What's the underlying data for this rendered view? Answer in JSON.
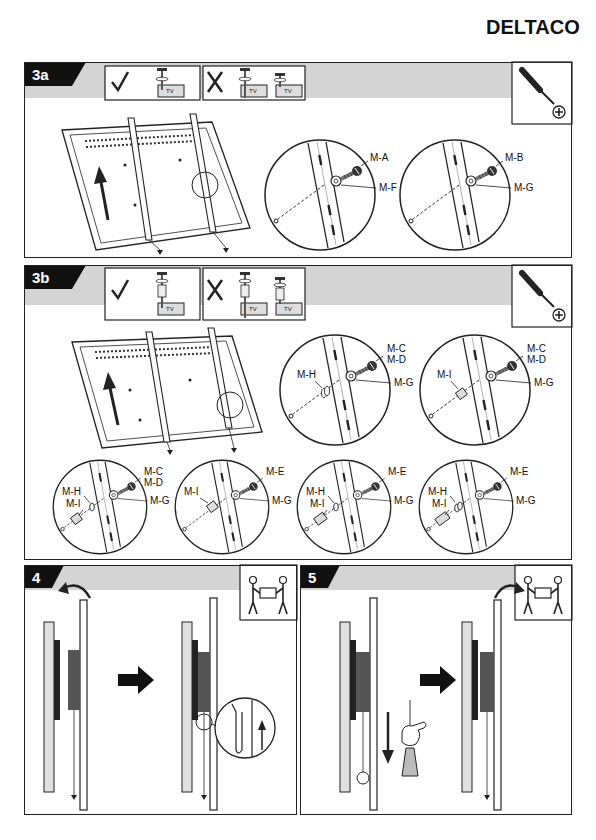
{
  "diagram": {
    "nodes": [
      {
        "text": [
          "3a"
        ]
      },
      {
        "text": [
          "3b"
        ]
      },
      {
        "text": [
          "4"
        ]
      },
      {
        "text": [
          "5"
        ]
      }
    ],
    "labels": [
      "DELTACO",
      "TV",
      "TV",
      "TV",
      "M-A",
      "M-F",
      "M-B",
      "M-G",
      "TV",
      "TV",
      "TV",
      "M-C",
      "M-D",
      "M-H",
      "M-G",
      "M-C",
      "M-D",
      "M-I",
      "M-G",
      "M-C",
      "M-D",
      "M-H",
      "M-I",
      "M-G",
      "M-E",
      "M-I",
      "M-G",
      "M-E",
      "M-H",
      "M-G",
      "M-I",
      "M-E",
      "M-H",
      "M-G",
      "M-I"
    ]
  }
}
